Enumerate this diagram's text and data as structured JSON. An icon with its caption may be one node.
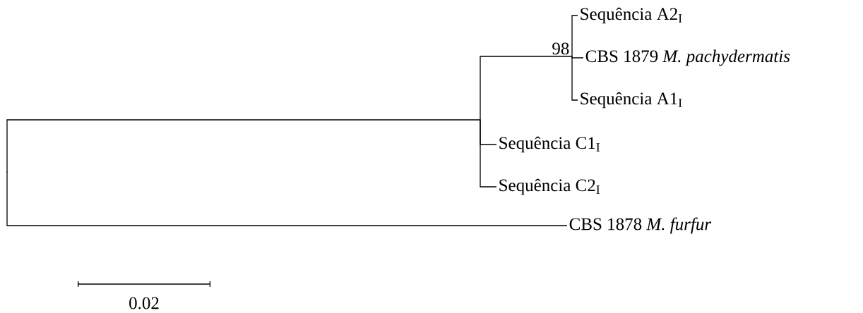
{
  "diagram": {
    "nodes": [
      {
        "text": [],
        "shape": "point"
      },
      {
        "text": [],
        "shape": "point"
      },
      {
        "text": [],
        "shape": "point",
        "beside": [
          "98"
        ]
      },
      {
        "text": [
          "Sequência A2$_{I}$"
        ]
      },
      {
        "text": [
          "CBS 1879 *M. pachydermatis*"
        ]
      },
      {
        "text": [
          "Sequência A1$_{I}$"
        ]
      },
      {
        "text": [
          "Sequência C1$_{I}$"
        ]
      },
      {
        "text": [
          "Sequência C2$_{I}$"
        ]
      },
      {
        "text": [
          "CBS 1878 *M. furfur*"
        ]
      }
    ],
    "edges": [
      {
        "from": 0,
        "to": 1,
        "arrow": "none"
      },
      {
        "from": 0,
        "to": 8,
        "arrow": "none"
      },
      {
        "from": 1,
        "to": 2,
        "arrow": "none"
      },
      {
        "from": 1,
        "to": 6,
        "arrow": "none"
      },
      {
        "from": 1,
        "to": 7,
        "arrow": "none"
      },
      {
        "from": 2,
        "to": 3,
        "arrow": "none"
      },
      {
        "from": 2,
        "to": 4,
        "arrow": "none"
      },
      {
        "from": 2,
        "to": 5,
        "arrow": "none"
      }
    ],
    "labels": [
      "0.02"
    ]
  }
}
